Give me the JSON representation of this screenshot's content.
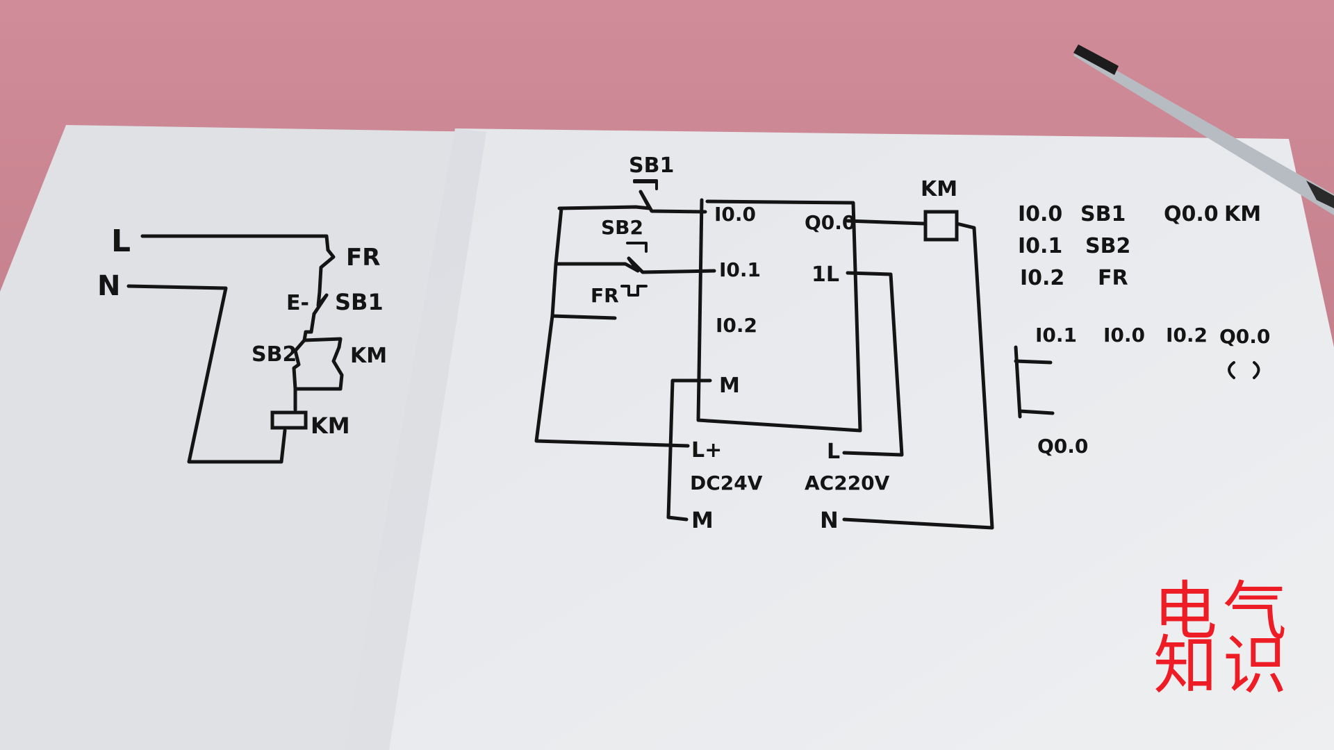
{
  "colors": {
    "table": "#c98590",
    "paper": "#e9eaec",
    "ink": "#141414",
    "watermark": "#ee1c24"
  },
  "relay_circuit": {
    "line_L": "L",
    "line_N": "N",
    "overload": "FR",
    "stop_button_prefix": "E-",
    "stop_button": "SB1",
    "start_button": "SB2",
    "contact": "KM",
    "coil": "KM"
  },
  "plc_wiring": {
    "sb1": "SB1",
    "sb2": "SB2",
    "fr": "FR",
    "coil": "KM",
    "in0": "I0.0",
    "in1": "I0.1",
    "in2": "I0.2",
    "in_common": "M",
    "out0": "Q0.0",
    "out_common": "1L",
    "supply_pos": "L+",
    "supply_dc": "DC24V",
    "supply_neg": "M",
    "supply_l": "L",
    "supply_ac": "AC220V",
    "supply_n": "N"
  },
  "io_table": {
    "rows": [
      {
        "addr": "I0.0",
        "dev": "SB1"
      },
      {
        "addr": "I0.1",
        "dev": "SB2"
      },
      {
        "addr": "I0.2",
        "dev": "FR"
      }
    ],
    "out_addr": "Q0.0",
    "out_dev": "KM"
  },
  "ladder": {
    "c1": "I0.1",
    "c2": "I0.0",
    "c3": "I0.2",
    "coil": "Q0.0",
    "hold": "Q0.0"
  },
  "watermark": {
    "c1": "电",
    "c2": "气",
    "c3": "知",
    "c4": "识"
  },
  "icons": {
    "pen": "pen-icon"
  }
}
